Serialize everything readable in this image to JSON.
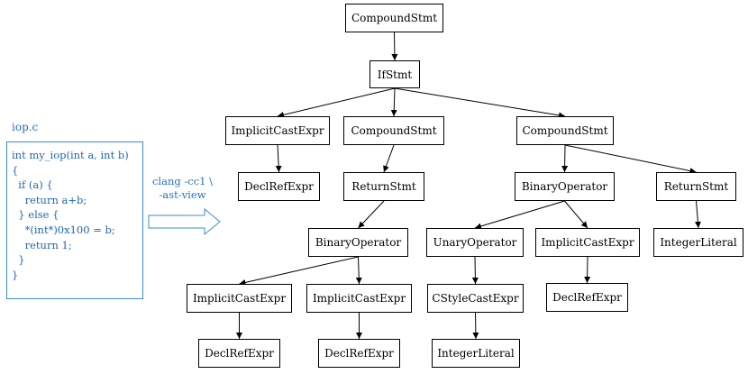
{
  "source": {
    "filename": "iop.c",
    "code_lines": [
      "int my_iop(int a, int b)",
      "{",
      "  if (a) {",
      "    return a+b;",
      "  } else {",
      "    *(int*)0x100 = b;",
      "    return 1;",
      "  }",
      "}"
    ]
  },
  "command": {
    "line1": "clang -cc1 \\",
    "line2": "-ast-view"
  },
  "tree": {
    "root": "CompoundStmt",
    "if_stmt": "IfStmt",
    "cond_cast": "ImplicitCastExpr",
    "cond_ref": "DeclRefExpr",
    "then_compound": "CompoundStmt",
    "then_return": "ReturnStmt",
    "then_binop": "BinaryOperator",
    "then_cast_a": "ImplicitCastExpr",
    "then_cast_b": "ImplicitCastExpr",
    "then_ref_a": "DeclRefExpr",
    "then_ref_b": "DeclRefExpr",
    "else_compound": "CompoundStmt",
    "else_binop": "BinaryOperator",
    "else_unary": "UnaryOperator",
    "else_cstyle": "CStyleCastExpr",
    "else_intlit_addr": "IntegerLiteral",
    "else_cast": "ImplicitCastExpr",
    "else_ref": "DeclRefExpr",
    "else_return": "ReturnStmt",
    "else_intlit_ret": "IntegerLiteral"
  },
  "colors": {
    "code_text": "#1f66b0",
    "code_border": "#3a8fc9",
    "arrow": "#3a8fc9",
    "node_border": "#000000"
  }
}
